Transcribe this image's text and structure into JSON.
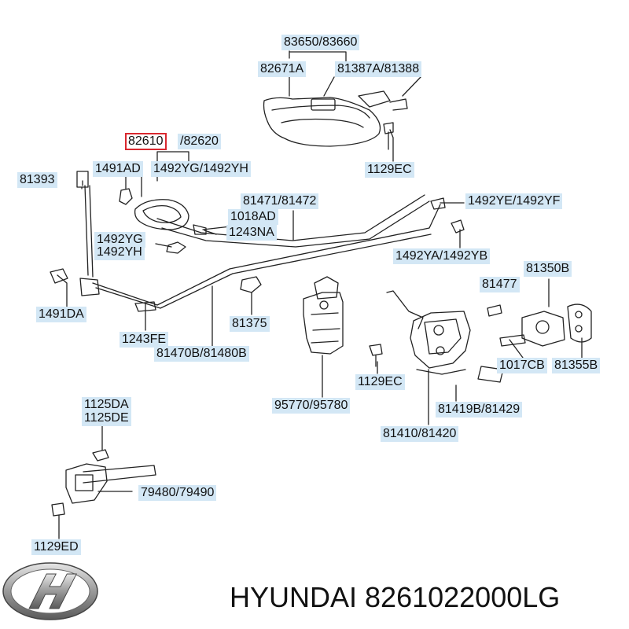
{
  "parts": {
    "p83650": "83650/83660",
    "p82671A": "82671A",
    "p81387A": "81387A/81388",
    "p82610": "82610",
    "p82620": "/82620",
    "p81393": "81393",
    "p1491AD": "1491AD",
    "p1492YG_YH_top": "1492YG/1492YH",
    "p1129EC_top": "1129EC",
    "p81471": "81471/81472",
    "p1018AD": "1018AD",
    "p1243NA": "1243NA",
    "p1492YE": "1492YE/1492YF",
    "p1492YG": "1492YG",
    "p1492YH": "1492YH",
    "p1492YA": "1492YA/1492YB",
    "p81477": "81477",
    "p81350B": "81350B",
    "p1491DA": "1491DA",
    "p81375": "81375",
    "p1243FE": "1243FE",
    "p81470B": "81470B/81480B",
    "p1017CB": "1017CB",
    "p81355B": "81355B",
    "p1129EC_mid": "1129EC",
    "p95770": "95770/95780",
    "p81419B": "81419B/81429",
    "p81410": "81410/81420",
    "p1125DA": "1125DA",
    "p1125DE": "1125DE",
    "p79480": "79480/79490",
    "p1129ED": "1129ED"
  },
  "footer": {
    "text": "HYUNDAI 8261022000LG"
  },
  "colors": {
    "label_bg": "#d3e7f5",
    "highlight": "#d9282f",
    "line": "#222222"
  },
  "icons": {
    "logo": "hyundai-logo"
  }
}
